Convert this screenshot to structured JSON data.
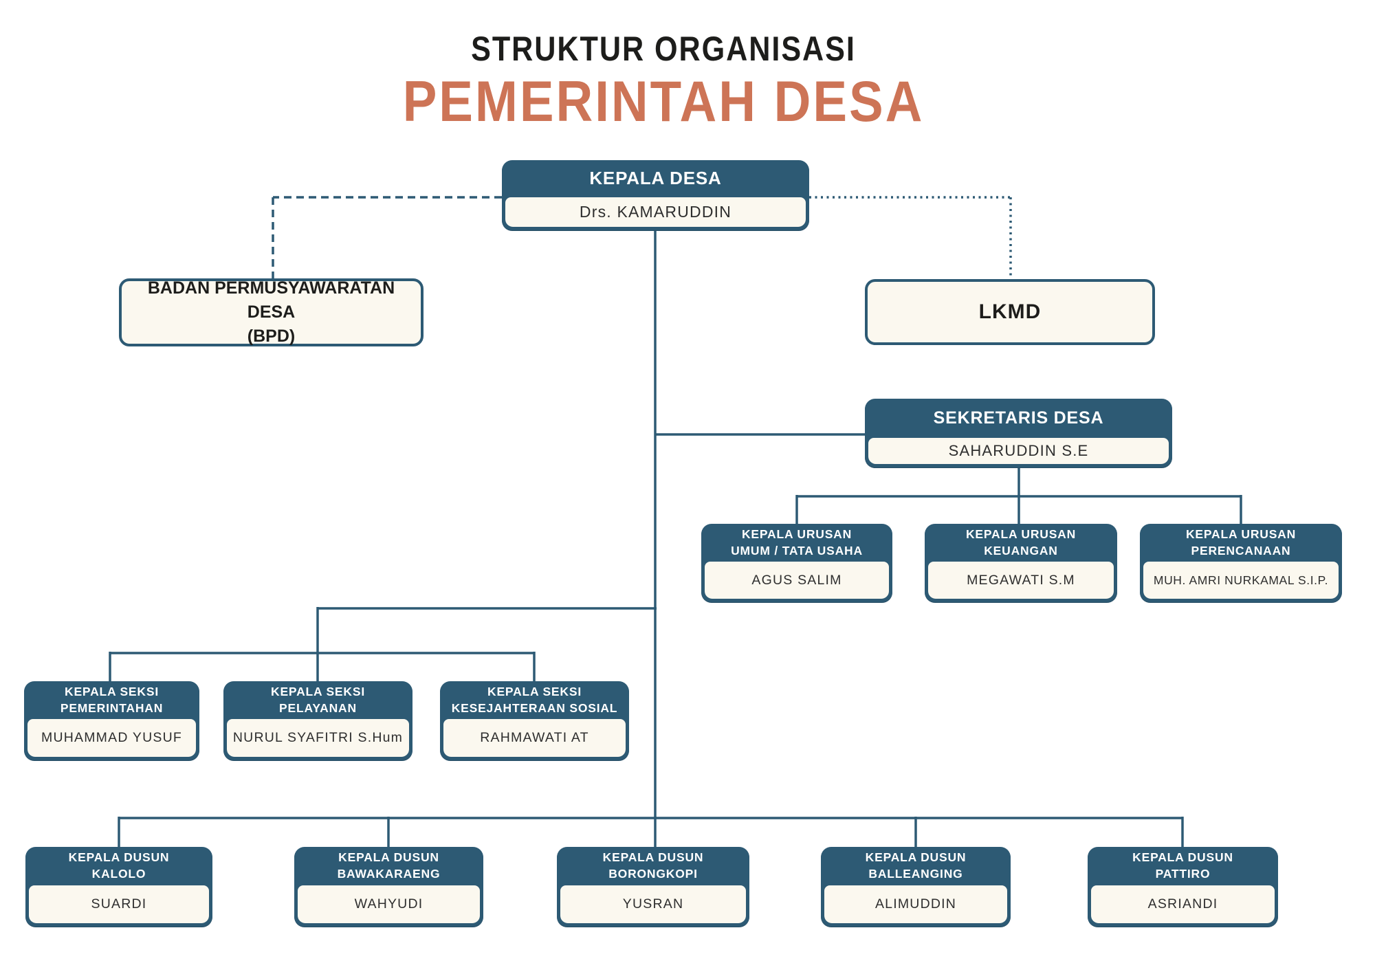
{
  "page": {
    "title_line1": "STRUKTUR ORGANISASI",
    "title_line2": "PEMERINTAH DESA"
  },
  "colors": {
    "primary": "#2d5a74",
    "primary_dark": "#264d64",
    "box_fill": "#fbf8ef",
    "ink": "#1d1d1b",
    "name_ink": "#2e2e2e",
    "accent_orange": "#cd7456",
    "bg": "#ffffff"
  },
  "org": {
    "kepala_desa": {
      "role": "KEPALA DESA",
      "name": "Drs. KAMARUDDIN"
    },
    "bpd": {
      "role_line1": "BADAN PERMUSYAWARATAN DESA",
      "role_line2": "(BPD)"
    },
    "lkmd": {
      "role": "LKMD"
    },
    "sekretaris_desa": {
      "role": "SEKRETARIS DESA",
      "name": "SAHARUDDIN S.E"
    },
    "kepala_urusan": [
      {
        "role_line1": "KEPALA URUSAN",
        "role_line2": "UMUM / TATA USAHA",
        "name": "AGUS SALIM"
      },
      {
        "role_line1": "KEPALA URUSAN",
        "role_line2": "KEUANGAN",
        "name": "MEGAWATI S.M"
      },
      {
        "role_line1": "KEPALA URUSAN",
        "role_line2": "PERENCANAAN",
        "name": "MUH. AMRI NURKAMAL S.I.P."
      }
    ],
    "kepala_seksi": [
      {
        "role_line1": "KEPALA SEKSI",
        "role_line2": "PEMERINTAHAN",
        "name": "MUHAMMAD YUSUF"
      },
      {
        "role_line1": "KEPALA SEKSI",
        "role_line2": "PELAYANAN",
        "name": "NURUL SYAFITRI S.Hum"
      },
      {
        "role_line1": "KEPALA SEKSI",
        "role_line2": "KESEJAHTERAAN SOSIAL",
        "name": "RAHMAWATI AT"
      }
    ],
    "kepala_dusun": [
      {
        "role_line1": "KEPALA DUSUN",
        "role_line2": "KALOLO",
        "name": "SUARDI"
      },
      {
        "role_line1": "KEPALA DUSUN",
        "role_line2": "BAWAKARAENG",
        "name": "WAHYUDI"
      },
      {
        "role_line1": "KEPALA DUSUN",
        "role_line2": "BORONGKOPI",
        "name": "YUSRAN"
      },
      {
        "role_line1": "KEPALA DUSUN",
        "role_line2": "BALLEANGING",
        "name": "ALIMUDDIN"
      },
      {
        "role_line1": "KEPALA DUSUN",
        "role_line2": "PATTIRO",
        "name": "ASRIANDI"
      }
    ]
  }
}
